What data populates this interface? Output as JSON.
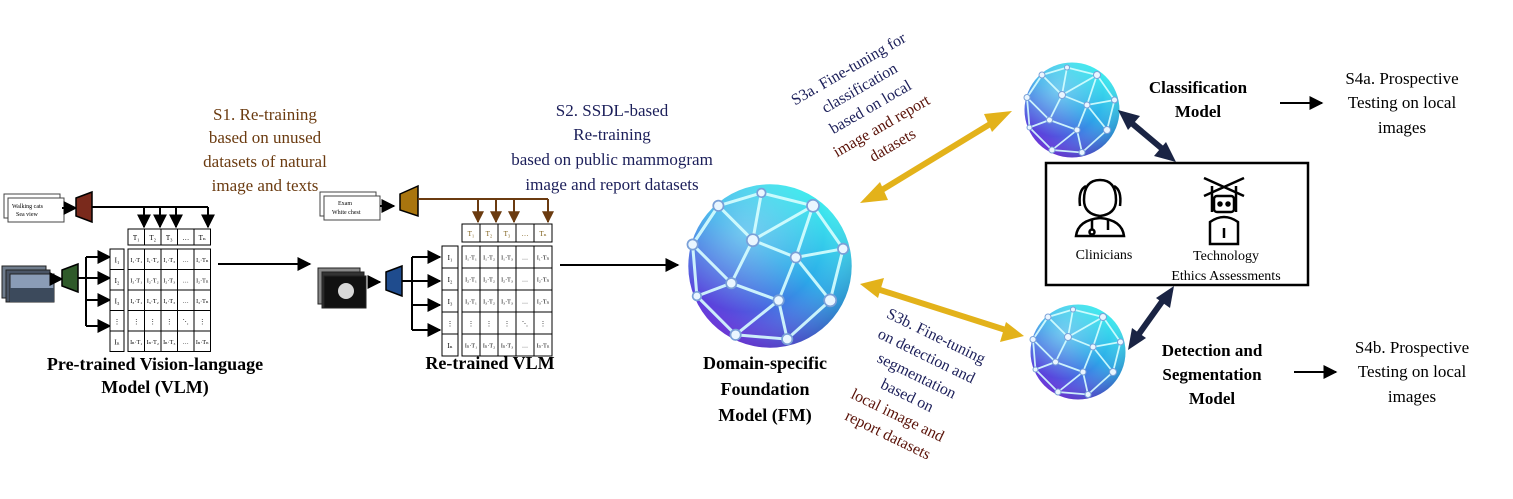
{
  "stages": {
    "s1": [
      "S1. Re-training",
      "based on unused",
      "datasets of natural",
      "image and texts"
    ],
    "s2": [
      "S2. SSDL-based",
      "Re-training",
      "based on public mammogram",
      "image and report datasets"
    ],
    "s3a": [
      "S3a. Fine-tuning for",
      "classification",
      "based on local",
      "image and report",
      "datasets"
    ],
    "s3b": [
      "S3b. Fine-tuning",
      "on detection and",
      "segmentation",
      "based on",
      "local image and",
      "report datasets"
    ],
    "s4a": [
      "S4a. Prospective",
      "Testing on local",
      "images"
    ],
    "s4b": [
      "S4b. Prospective",
      "Testing on local",
      "images"
    ]
  },
  "models": {
    "pretrained": [
      "Pre-trained Vision-language",
      "Model (VLM)"
    ],
    "retrained": [
      "Re-trained VLM"
    ],
    "foundation": [
      "Domain-specific",
      "Foundation",
      "Model (FM)"
    ],
    "classification": [
      "Classification",
      "Model"
    ],
    "detection": [
      "Detection and",
      "Segmentation",
      "Model"
    ]
  },
  "assessment": {
    "clinicians": "Clinicians",
    "technology": [
      "Technology",
      "Ethics Assessments"
    ]
  },
  "text_inputs": {
    "natural": [
      "Walking cats",
      "Sea view"
    ],
    "mammo": [
      "Exam",
      "White chest"
    ]
  },
  "matrix1": {
    "t_header": [
      "T₁",
      "T₂",
      "T₃",
      "…",
      "Tₙ"
    ],
    "i_col": [
      "I₁",
      "I₂",
      "I₃",
      "⋮",
      "Iₙ"
    ],
    "rows": [
      [
        "I₁·T₁",
        "I₁·T₂",
        "I₁·T₃",
        "…",
        "I₁·Tₙ"
      ],
      [
        "I₂·T₁",
        "I₂·T₂",
        "I₂·T₃",
        "…",
        "I₂·Tₙ"
      ],
      [
        "I₃·T₁",
        "I₃·T₂",
        "I₃·T₃",
        "…",
        "I₃·Tₙ"
      ],
      [
        "⋮",
        "⋮",
        "⋮",
        "⋱",
        "⋮"
      ],
      [
        "Iₙ·T₁",
        "Iₙ·T₂",
        "Iₙ·T₃",
        "…",
        "Iₙ·Tₙ"
      ]
    ]
  },
  "matrix2": {
    "t_header": [
      "T₁",
      "T₂",
      "T₃",
      "…",
      "Tₙ"
    ],
    "i_col": [
      "I₁",
      "I₂",
      "I₃",
      "⋮",
      "Iₙ"
    ],
    "rows": [
      [
        "I₁·T₁",
        "I₁·T₂",
        "I₁·T₃",
        "…",
        "I₁·Tₙ"
      ],
      [
        "I₂·T₁",
        "I₂·T₂",
        "I₂·T₃",
        "…",
        "I₂·Tₙ"
      ],
      [
        "I₃·T₁",
        "I₃·T₂",
        "I₃·T₃",
        "…",
        "I₃·Tₙ"
      ],
      [
        "⋮",
        "⋮",
        "⋮",
        "⋱",
        "⋮"
      ],
      [
        "Iₙ·T₁",
        "Iₙ·T₂",
        "Iₙ·T₃",
        "…",
        "Iₙ·Tₙ"
      ]
    ]
  },
  "colors": {
    "brown_stage": "#6b3b10",
    "olive_stage": "#7a5a12",
    "dark_red_text": "#5a1208",
    "navy_text": "#1c1f5a",
    "gold_arrow": "#e3b21a",
    "navy_arrow": "#1a2444",
    "encoder1_text": "#7a2a1c",
    "encoder1_img": "#2f5a2a",
    "encoder2_text": "#a9750e",
    "encoder2_img": "#1f4c8e"
  }
}
